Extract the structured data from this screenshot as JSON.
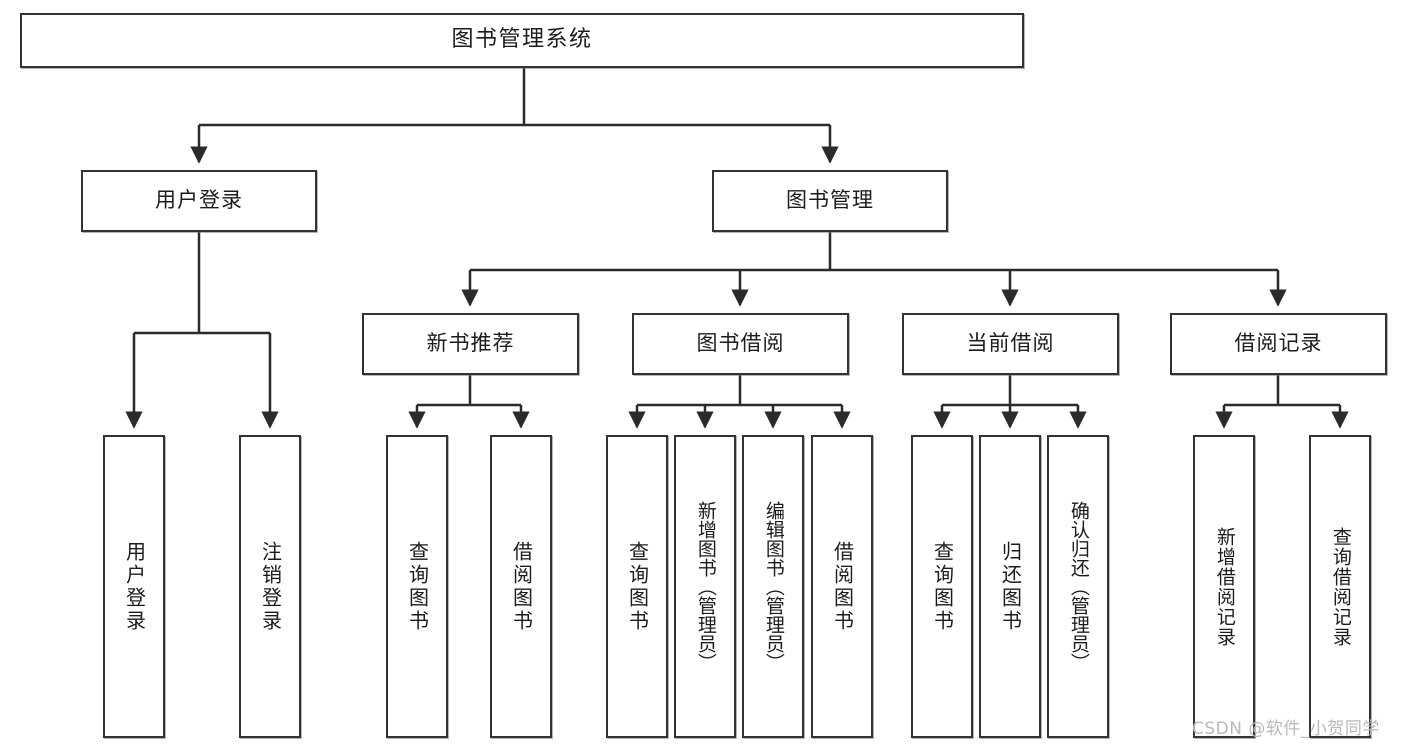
{
  "diagram": {
    "title": "图书管理系统",
    "type": "tree",
    "orientation": "top-down",
    "line_color": "#333333",
    "box_fill": "#ffffff",
    "text_color": "#1c1c1c",
    "levels": {
      "root": "图书管理系统",
      "level2": [
        "用户登录",
        "图书管理"
      ],
      "level3": [
        "新书推荐",
        "图书借阅",
        "当前借阅",
        "借阅记录"
      ]
    },
    "root": {
      "label": "图书管理系统"
    },
    "branches": [
      {
        "label": "用户登录",
        "children": [
          "用户登录",
          "注销登录"
        ]
      },
      {
        "label": "图书管理",
        "groups": [
          {
            "label": "新书推荐",
            "children": [
              "查询图书",
              "借阅图书"
            ]
          },
          {
            "label": "图书借阅",
            "children": [
              "查询图书",
              "新增图书（管理员）",
              "编辑图书（管理员）",
              "借阅图书"
            ]
          },
          {
            "label": "当前借阅",
            "children": [
              "查询图书",
              "归还图书",
              "确认归还（管理员）"
            ]
          },
          {
            "label": "借阅记录",
            "children": [
              "新增借阅记录",
              "查询借阅记录"
            ]
          }
        ]
      }
    ]
  },
  "watermark": {
    "text": "CSDN @软件_小贺同学"
  }
}
